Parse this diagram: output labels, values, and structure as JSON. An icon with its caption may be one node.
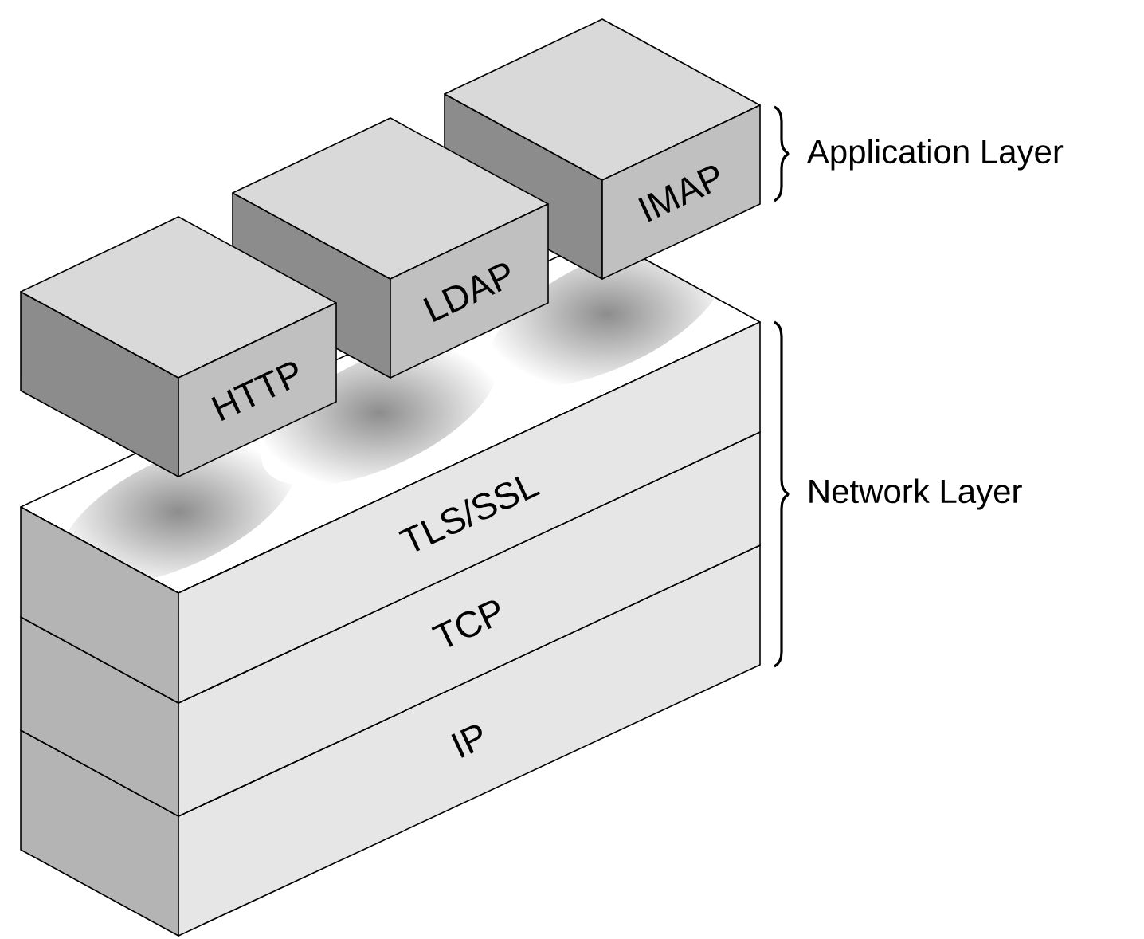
{
  "diagram": {
    "nodes": [
      {
        "text": [
          "HTTP"
        ]
      },
      {
        "text": [
          "LDAP"
        ]
      },
      {
        "text": [
          "IMAP"
        ]
      },
      {
        "text": [
          "TLS/SSL"
        ]
      },
      {
        "text": [
          "TCP"
        ]
      },
      {
        "text": [
          "IP"
        ]
      }
    ],
    "labels": [
      "Application Layer",
      "Network Layer"
    ]
  }
}
